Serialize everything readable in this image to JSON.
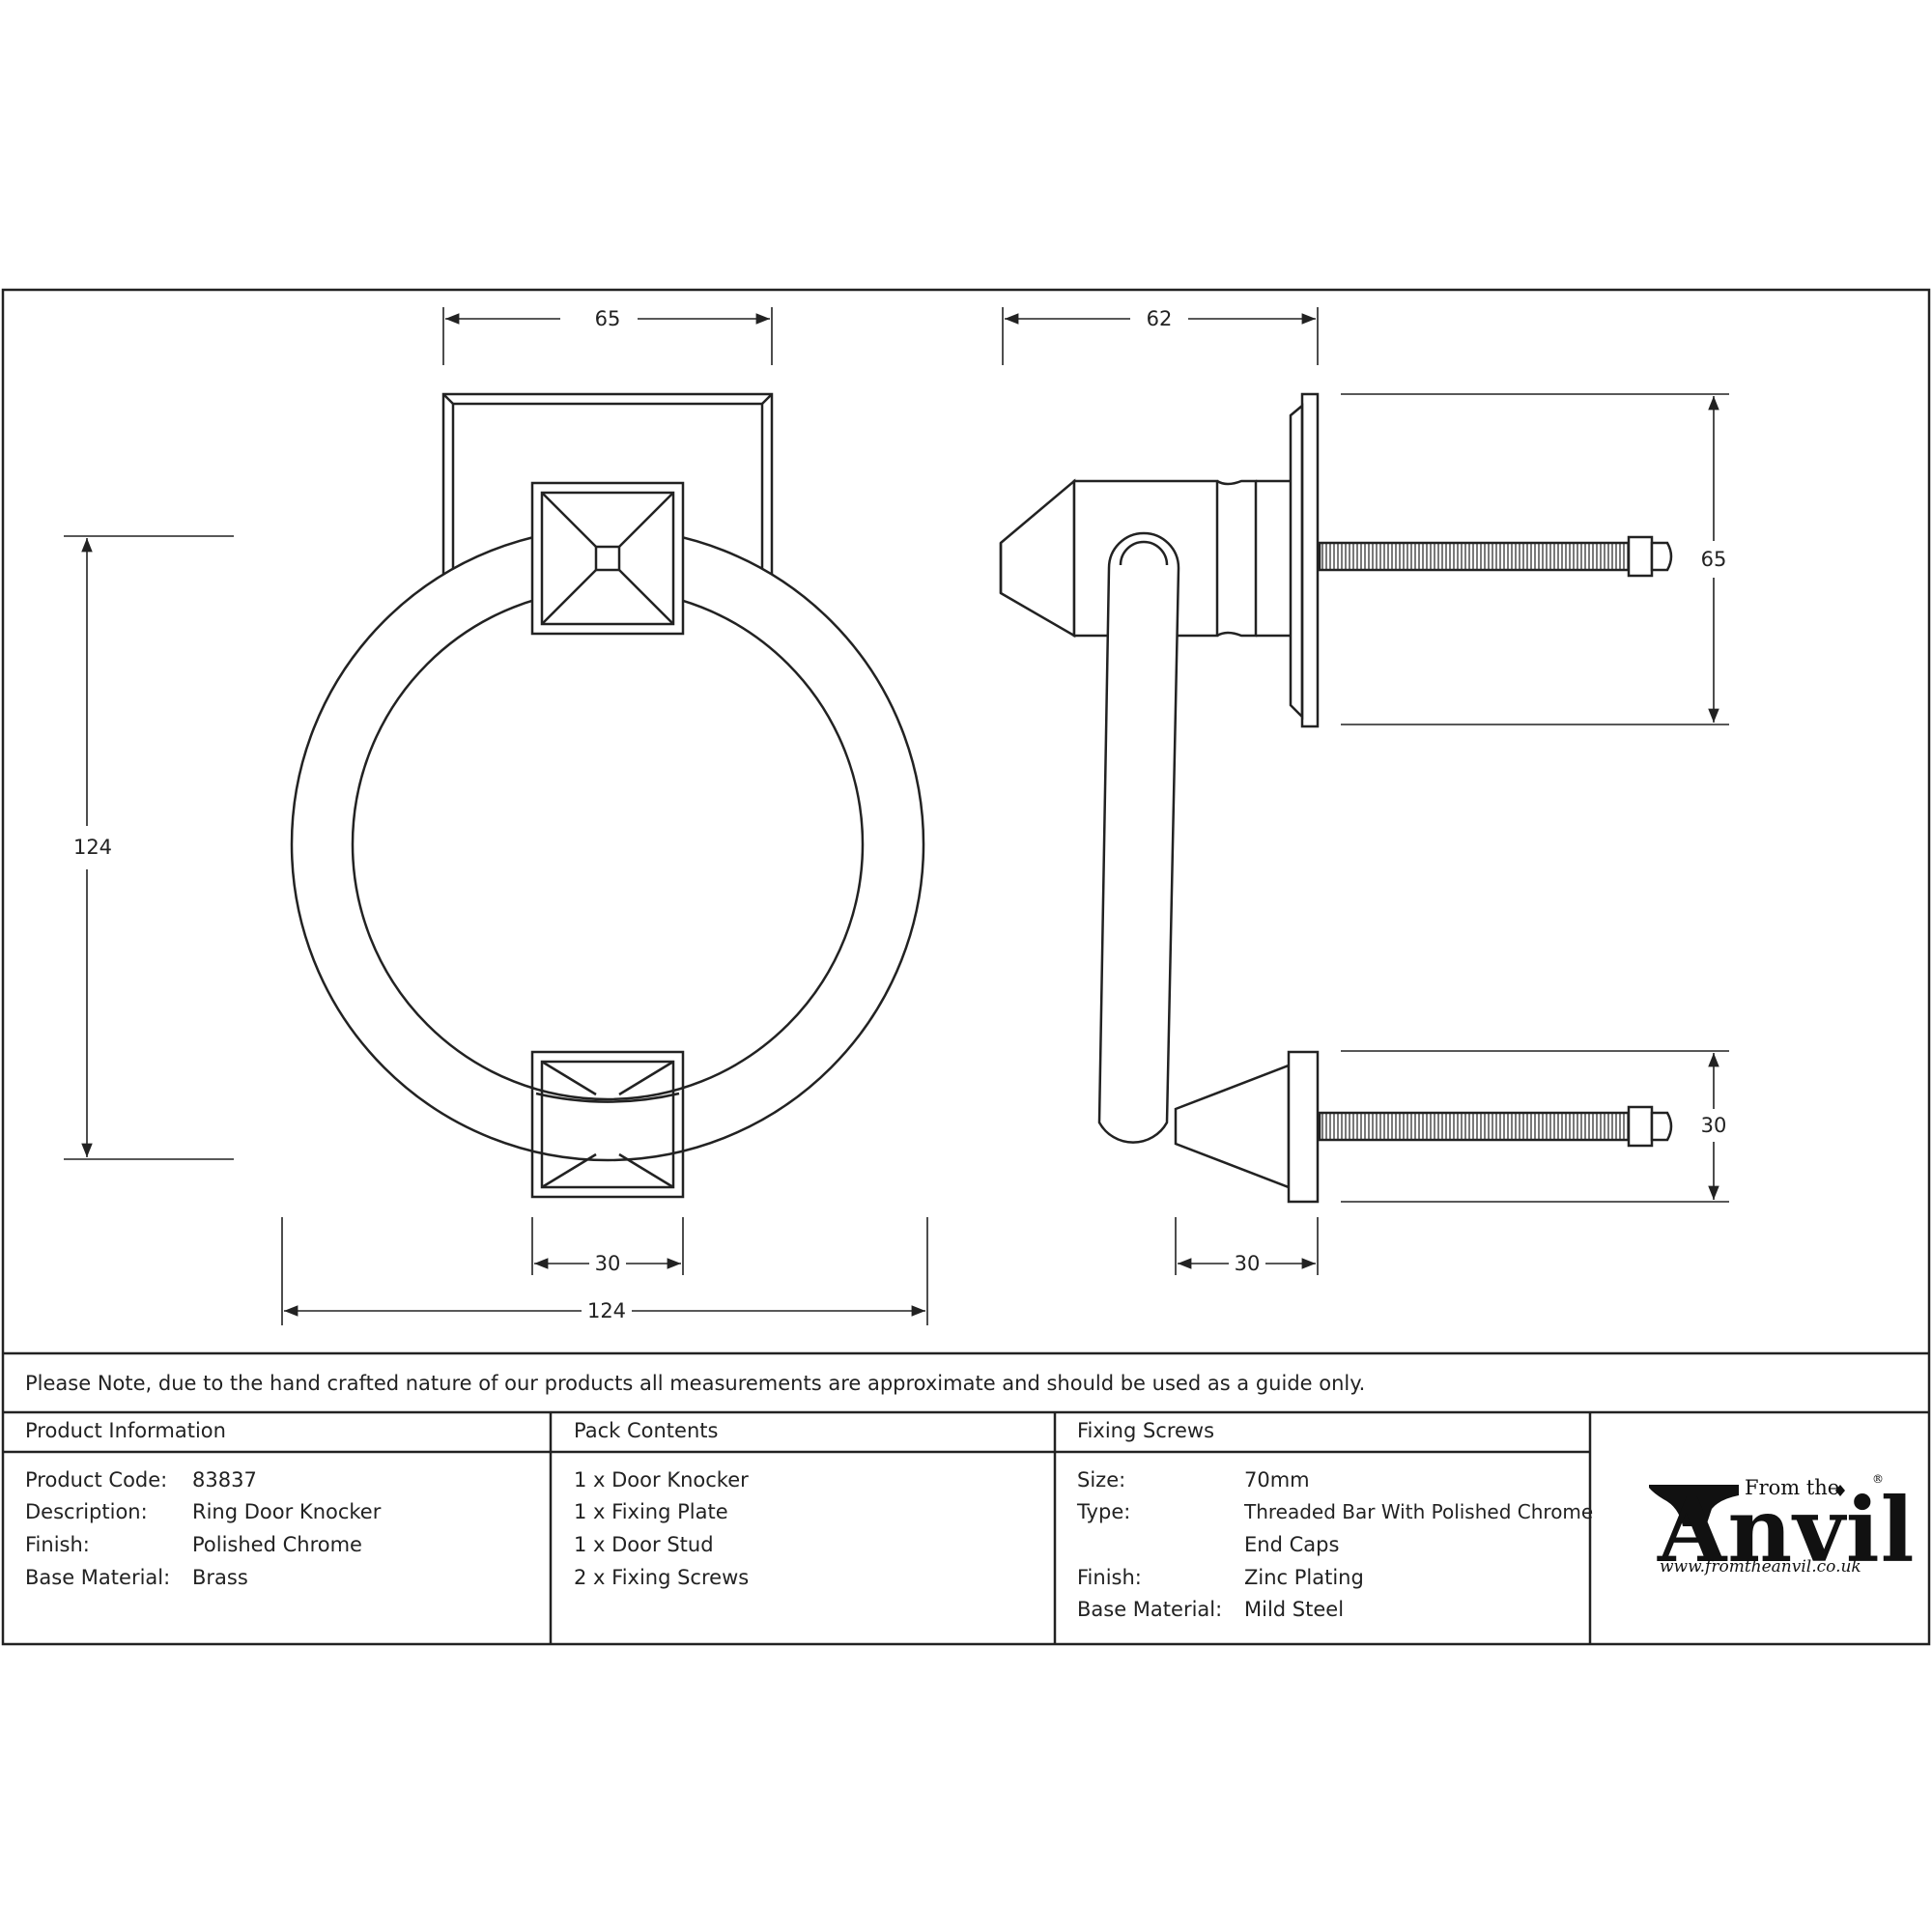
{
  "dimensions": {
    "front_plate_width": "65",
    "front_height": "124",
    "front_stud_width": "30",
    "front_width": "124",
    "side_depth": "62",
    "side_plate_height": "65",
    "side_stud_height": "30",
    "side_stud_depth": "30"
  },
  "note": "Please Note, due to the hand crafted nature of our products all measurements are approximate and should be used as a guide only.",
  "product_information": {
    "heading": "Product Information",
    "rows": [
      {
        "label": "Product Code:",
        "value": "83837"
      },
      {
        "label": "Description:",
        "value": "Ring Door Knocker"
      },
      {
        "label": "Finish:",
        "value": "Polished Chrome"
      },
      {
        "label": "Base Material:",
        "value": "Brass"
      }
    ]
  },
  "pack_contents": {
    "heading": "Pack Contents",
    "items": [
      "1 x Door Knocker",
      "1 x Fixing Plate",
      "1 x Door Stud",
      "2 x Fixing Screws"
    ]
  },
  "fixing_screws": {
    "heading": "Fixing Screws",
    "rows": [
      {
        "label": "Size:",
        "value": "70mm"
      },
      {
        "label": "Type:",
        "value": "Threaded Bar With Polished Chrome"
      },
      {
        "label": "",
        "value": "End Caps"
      },
      {
        "label": "Finish:",
        "value": "Zinc Plating"
      },
      {
        "label": "Base Material:",
        "value": "Mild Steel"
      }
    ]
  },
  "logo": {
    "from_the": "From the",
    "anvil": "Anvil",
    "registered": "®",
    "url": "www.fromtheanvil.co.uk"
  }
}
